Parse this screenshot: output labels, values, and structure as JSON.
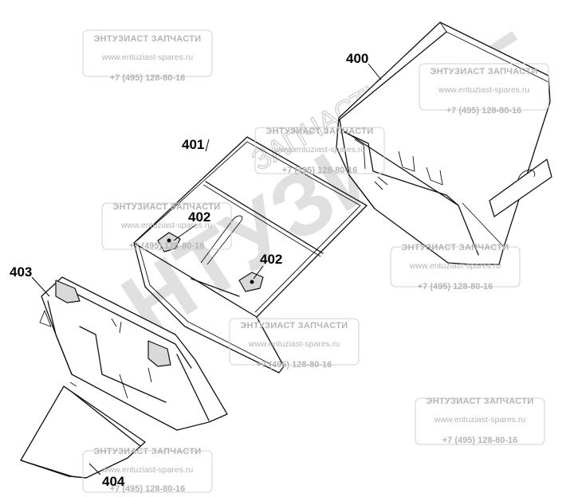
{
  "labels": {
    "part_400": "400",
    "part_401": "401",
    "part_402a": "402",
    "part_402b": "402",
    "part_403": "403",
    "part_404": "404"
  },
  "watermark": {
    "title": "ЭНТУЗИАСТ ЗАПЧАСТИ",
    "url": "www.entuziast-spares.ru",
    "phone": "+7 (495) 128-80-16",
    "big_text": "ЭНТУЗИАСТ",
    "arc_text": "ЗАПЧАСТИ",
    "registered": "®"
  },
  "colors": {
    "line": "#111111",
    "watermark": "#b4b4b4",
    "background": "#ffffff"
  }
}
